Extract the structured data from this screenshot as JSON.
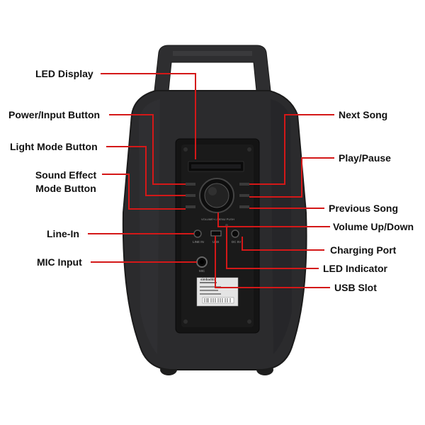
{
  "colors": {
    "leader_line": "#d41818",
    "speaker_body": "#2b2b2d",
    "speaker_panel": "#141414",
    "label_text": "#111111"
  },
  "labels": {
    "led_display": "LED Display",
    "power_input_button": "Power/Input Button",
    "light_mode_button": "Light Mode Button",
    "sound_effect_mode_button_line1": "Sound Effect",
    "sound_effect_mode_button_line2": "Mode Button",
    "line_in": "Line-In",
    "mic_input": "MIC Input",
    "next_song": "Next Song",
    "play_pause": "Play/Pause",
    "previous_song": "Previous Song",
    "volume_up_down": "Volume Up/Down",
    "charging_port": "Charging Port",
    "led_indicator": "LED Indicator",
    "usb_slot": "USB Slot"
  },
  "panel_text": {
    "line_in": "LINE IN",
    "mic": "MIC",
    "usb": "USB",
    "dc": "DC 5V",
    "knob": "VOLUME+/-/MENU PUSH",
    "brand": "simbadda"
  }
}
